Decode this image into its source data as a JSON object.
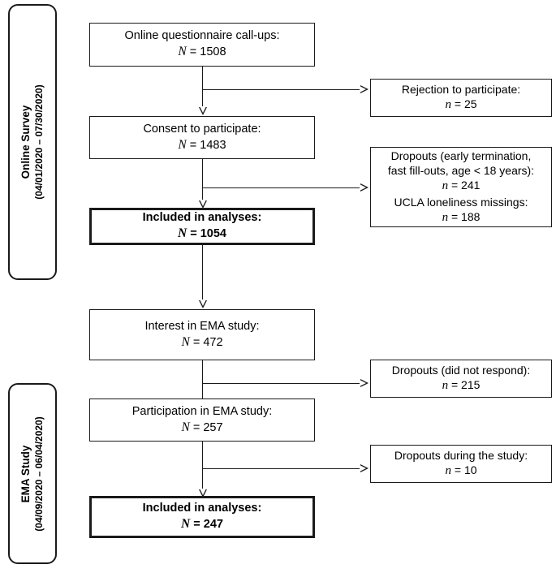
{
  "figure": {
    "type": "flowchart",
    "orientation": "vertical",
    "phases": [
      {
        "id": "online-survey",
        "title": "Online Survey",
        "period": "(04/01/2020 – 07/30/2020)"
      },
      {
        "id": "ema-study",
        "title": "EMA Study",
        "period": "(04/09/2020 – 06/04/2020)"
      }
    ]
  },
  "nodes": {
    "callups": {
      "label": "Online questionnaire call-ups:",
      "symbol": "N",
      "eq": "=",
      "value": "1508"
    },
    "rejection": {
      "label": "Rejection to participate:",
      "symbol": "n",
      "eq": "=",
      "value": "25"
    },
    "consent": {
      "label": "Consent to participate:",
      "symbol": "N",
      "eq": "=",
      "value": "1483"
    },
    "dropouts_survey": {
      "label_line1": "Dropouts (early termination,",
      "label_line2": "fast fill-outs, age < 18 years):",
      "symbol": "n",
      "eq": "=",
      "value": "241",
      "label_line3": "UCLA loneliness missings:",
      "symbol2": "n",
      "eq2": "=",
      "value2": "188"
    },
    "included_survey": {
      "label": "Included in analyses:",
      "symbol": "N",
      "eq": "=",
      "value": "1054"
    },
    "interest_ema": {
      "label": "Interest in EMA study:",
      "symbol": "N",
      "eq": "=",
      "value": "472"
    },
    "dropouts_no_response": {
      "label": "Dropouts (did not respond):",
      "symbol": "n",
      "eq": "=",
      "value": "215"
    },
    "participation_ema": {
      "label": "Participation in EMA study:",
      "symbol": "N",
      "eq": "=",
      "value": "257"
    },
    "dropouts_during": {
      "label": "Dropouts during the study:",
      "symbol": "n",
      "eq": "=",
      "value": "10"
    },
    "included_ema": {
      "label": "Included in analyses:",
      "symbol": "N",
      "eq": "=",
      "value": "247"
    }
  },
  "style": {
    "stroke": "#1a1a1a",
    "background": "#ffffff",
    "text": "#000000"
  }
}
